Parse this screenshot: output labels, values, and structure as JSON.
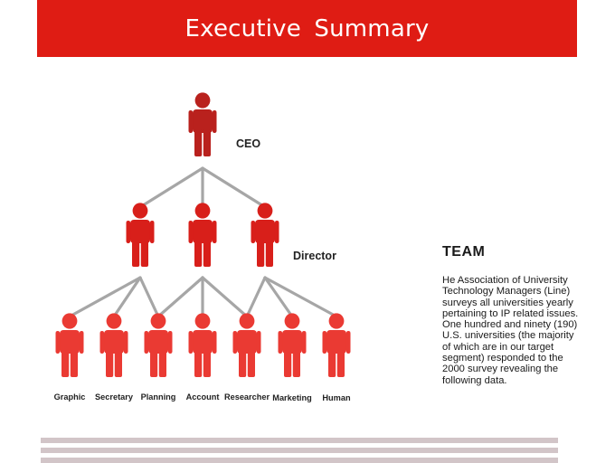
{
  "slide": {
    "title": "Executive Summary",
    "colors": {
      "header_bg": "#df1c14",
      "ceo_figure": "#b9211d",
      "director_figure": "#d81f1a",
      "staff_figure": "#ea3a33",
      "connector": "#a6a6a6",
      "footer_stripe": "#d2c5c8"
    }
  },
  "org_chart": {
    "ceo_label": "CEO",
    "director_label": "Director",
    "staff": [
      "Graphic",
      "Secretary",
      "Planning",
      "Account",
      "Researcher",
      "Marketing",
      "Human"
    ]
  },
  "team": {
    "heading": "TEAM",
    "lines": [
      "He Association of University",
      "Technology Managers (Line)",
      "surveys all universities yearly",
      "pertaining to IP related issues.",
      "One hundred and ninety (190)",
      "U.S. universities (the majority",
      "of which are in our target",
      "segment) responded to the",
      "2000 survey revealing the",
      "following data."
    ]
  }
}
